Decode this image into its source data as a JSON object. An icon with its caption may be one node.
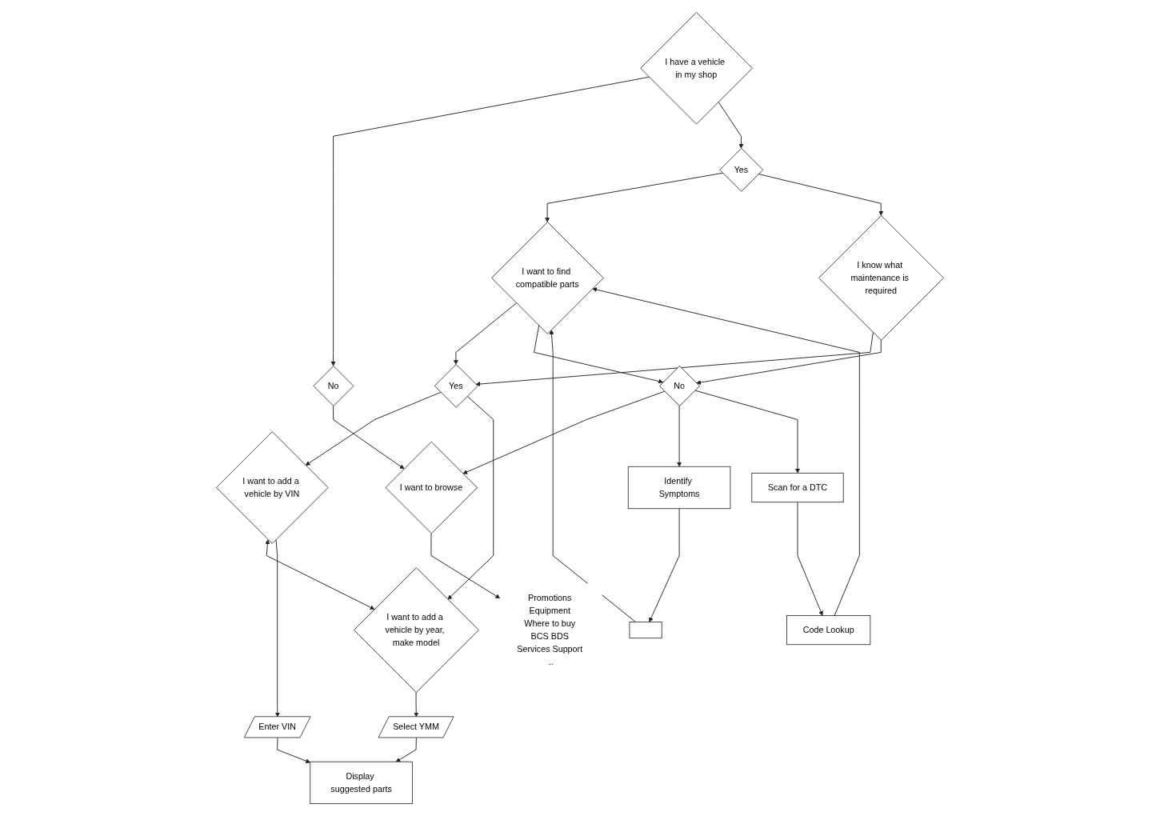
{
  "diagram": {
    "nodes": [
      {
        "text": [
          "I have a vehicle in my shop"
        ]
      },
      {
        "text": [
          "No"
        ]
      },
      {
        "text": [
          "Yes"
        ]
      },
      {
        "text": [
          "I want to find compatible parts"
        ]
      },
      {
        "text": [
          "I know what maintenance is required"
        ]
      },
      {
        "text": [
          "Yes"
        ]
      },
      {
        "text": [
          "I want to browse"
        ]
      },
      {
        "text": [
          "No"
        ]
      },
      {
        "text": [
          "Identify Symptoms"
        ]
      },
      {
        "text": [
          "Scan for a DTC"
        ]
      },
      {
        "text": [
          "I want to add a vehicle by VIN"
        ]
      },
      {
        "text": [
          "I want to add a vehicle by year, make model"
        ]
      },
      {
        "text": [
          "Promotions Equipment Where to buy BCS BDS Services Support .."
        ]
      },
      {
        "text": [],
        "shape": "box"
      },
      {
        "text": [
          "Code Lookup"
        ]
      },
      {
        "text": [
          "Enter VIN"
        ]
      },
      {
        "text": [
          "Select YMM"
        ]
      },
      {
        "text": [
          "Display suggested parts"
        ]
      }
    ],
    "edges": [
      {
        "from": 0,
        "to": 1,
        "arrow": "to"
      },
      {
        "from": 0,
        "to": 2,
        "arrow": "to"
      },
      {
        "from": 2,
        "to": 3,
        "arrow": "to"
      },
      {
        "from": 2,
        "to": 4,
        "arrow": "to"
      },
      {
        "from": 3,
        "to": 5,
        "arrow": "to"
      },
      {
        "from": 3,
        "to": 7,
        "arrow": "to"
      },
      {
        "from": 4,
        "to": 5,
        "arrow": "to"
      },
      {
        "from": 4,
        "to": 7,
        "arrow": "to"
      },
      {
        "from": 1,
        "to": 6,
        "arrow": "to"
      },
      {
        "from": 7,
        "to": 6,
        "arrow": "to"
      },
      {
        "from": 7,
        "to": 8,
        "arrow": "to"
      },
      {
        "from": 7,
        "to": 9,
        "arrow": "to"
      },
      {
        "from": 6,
        "to": 12,
        "arrow": "to"
      },
      {
        "from": 8,
        "to": 13,
        "arrow": "to"
      },
      {
        "from": 9,
        "to": 14,
        "arrow": "to"
      },
      {
        "from": 5,
        "to": 10,
        "arrow": "to"
      },
      {
        "from": 5,
        "to": 11,
        "arrow": "to"
      },
      {
        "from": 10,
        "to": 11,
        "arrow": "both"
      },
      {
        "from": 10,
        "to": 15,
        "arrow": "to"
      },
      {
        "from": 11,
        "to": 16,
        "arrow": "to"
      },
      {
        "from": 15,
        "to": 17,
        "arrow": "to"
      },
      {
        "from": 16,
        "to": 17,
        "arrow": "to"
      },
      {
        "from": 13,
        "to": 3,
        "arrow": "to"
      },
      {
        "from": 14,
        "to": 3,
        "arrow": "to"
      }
    ]
  }
}
